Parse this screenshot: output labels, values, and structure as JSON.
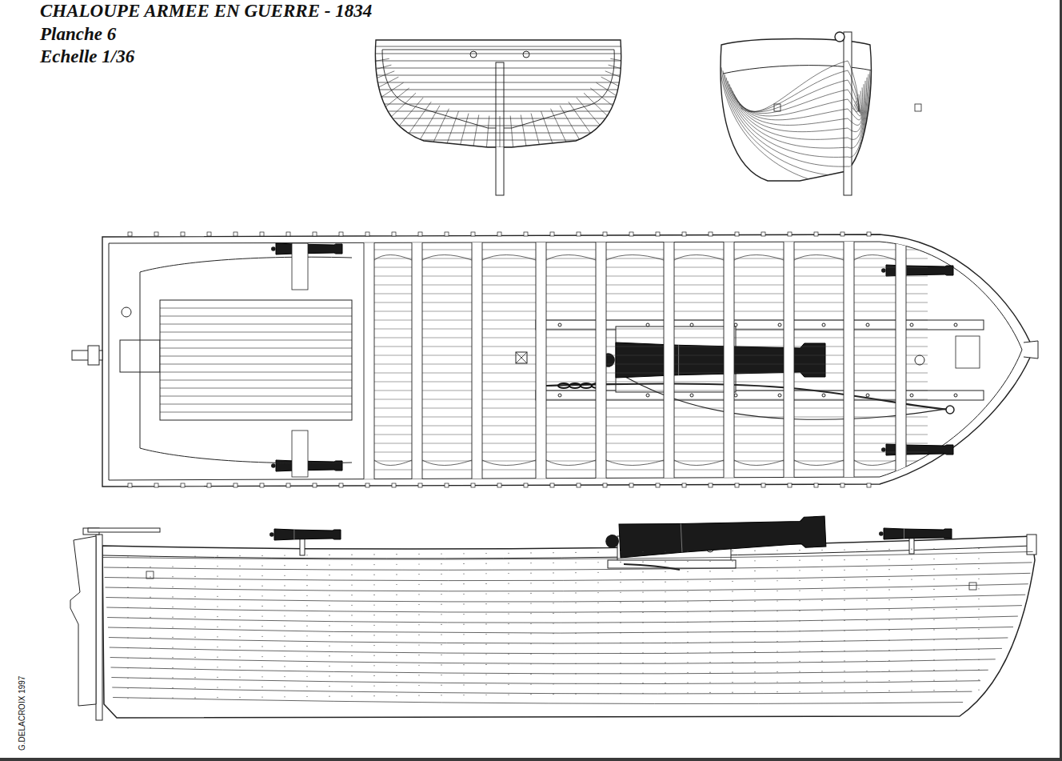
{
  "diagram": {
    "title": "CHALOUPE ARMEE EN GUERRE - 1834",
    "labels": [
      "Planche 6",
      "Echelle 1/36",
      "G.DELACROIX 1997"
    ]
  }
}
